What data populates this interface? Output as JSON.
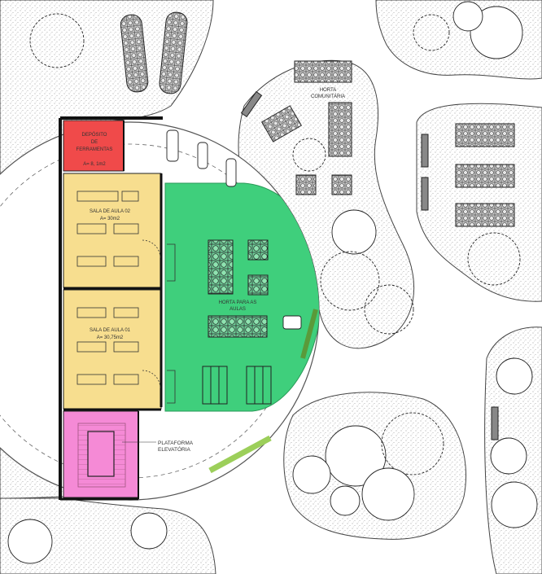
{
  "rooms": {
    "deposito": {
      "name_line1": "DEPÓSITO",
      "name_line2": "DE",
      "name_line3": "FERRAMENTAS",
      "area": "A= 8, 1m2",
      "color": "#f04a4a"
    },
    "sala02": {
      "name": "SALA DE AULA 02",
      "area": "A= 30m2",
      "color": "#f7de8f"
    },
    "sala01": {
      "name": "SALA DE AULA 01",
      "area": "A= 30,75m2",
      "color": "#f7de8f"
    },
    "plataforma": {
      "label_line1": "PLATAFORMA",
      "label_line2": "ELEVATÓRIA",
      "color": "#f58ad6"
    }
  },
  "gardens": {
    "horta_aulas": {
      "label_line1": "HORTA PARA AS",
      "label_line2": "AULAS",
      "color": "#3fcf7c"
    },
    "horta_comunitaria": {
      "label_line1": "HORTA",
      "label_line2": "COMUNITÁRIA"
    }
  },
  "colors": {
    "ground_hatch": "#eeeeee",
    "wall": "#222222",
    "outline": "#555555"
  }
}
